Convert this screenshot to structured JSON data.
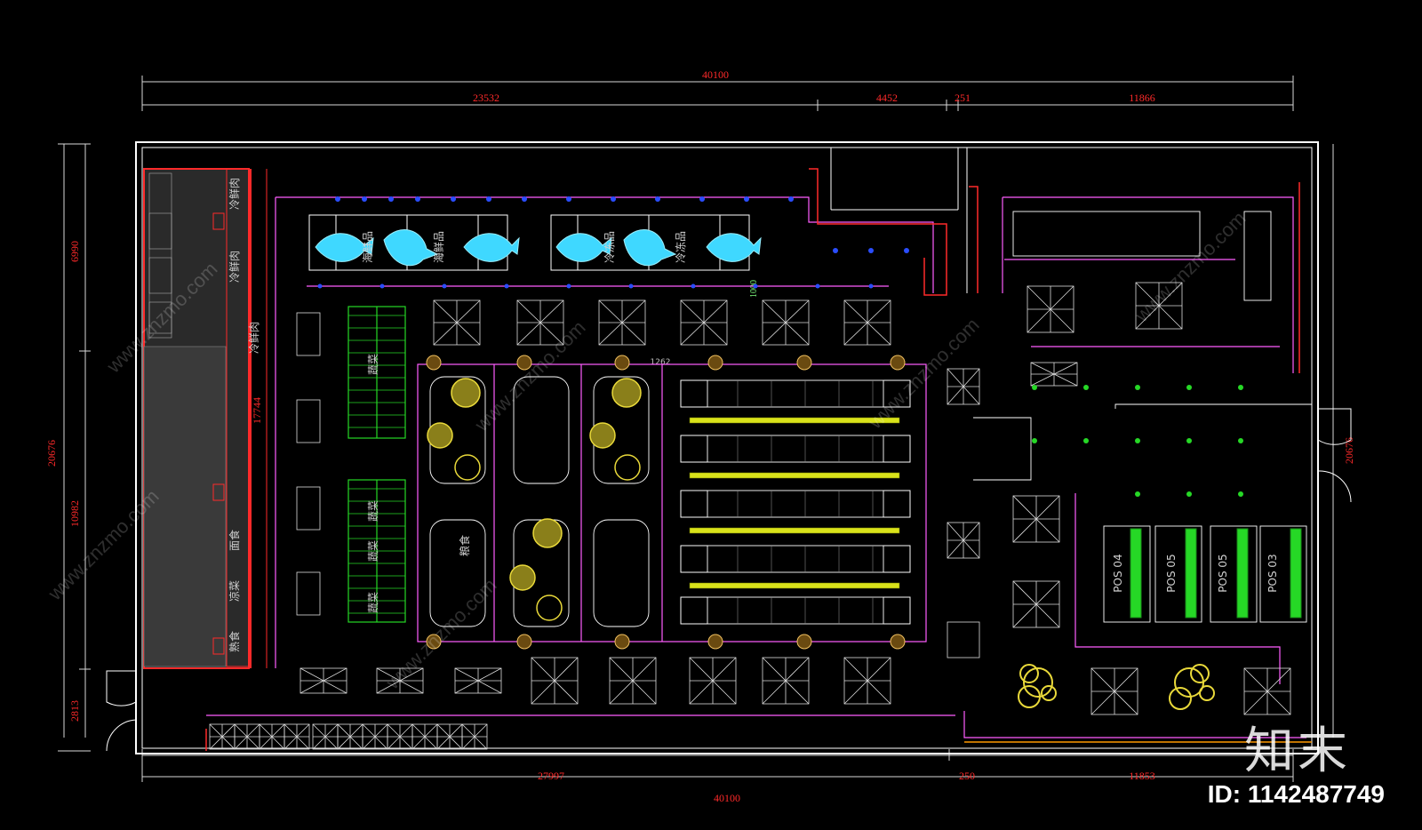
{
  "dimensions": {
    "top_total": "40100",
    "top_segments": [
      "23532",
      "4452",
      "251",
      "11866"
    ],
    "bottom_total": "40100",
    "bottom_segments": [
      "27997",
      "250",
      "11853"
    ],
    "left_total": "20676",
    "left_segments": [
      "6990",
      "10982",
      "2813"
    ],
    "left_inner": "17744",
    "mid_marker": "1000",
    "aisle_width": "1262",
    "right_total": "20676"
  },
  "zone_labels": {
    "frozen": [
      "冷鲜肉",
      "冷鲜肉",
      "冷鲜肉"
    ],
    "left_wall": [
      "面食",
      "凉菜",
      "熟食"
    ],
    "aquatic": [
      "海鲜品",
      "海鲜品",
      "冷冻品",
      "冷冻品"
    ],
    "vegetables": [
      "蔬菜",
      "蔬菜",
      "蔬菜",
      "蔬菜"
    ],
    "grain": "粮食"
  },
  "pos_labels": [
    "POS 04",
    "POS 05",
    "POS 05",
    "POS 03"
  ],
  "watermark": "www.znzmo.com",
  "brand": "知末",
  "image_id": "ID: 1142487749",
  "colors": {
    "wall": "#ffffff",
    "red_line": "#ff2a2a",
    "magenta": "#ff5dff",
    "green": "#26d826",
    "yellow": "#e9d93a",
    "fish": "#3fd8ff"
  }
}
